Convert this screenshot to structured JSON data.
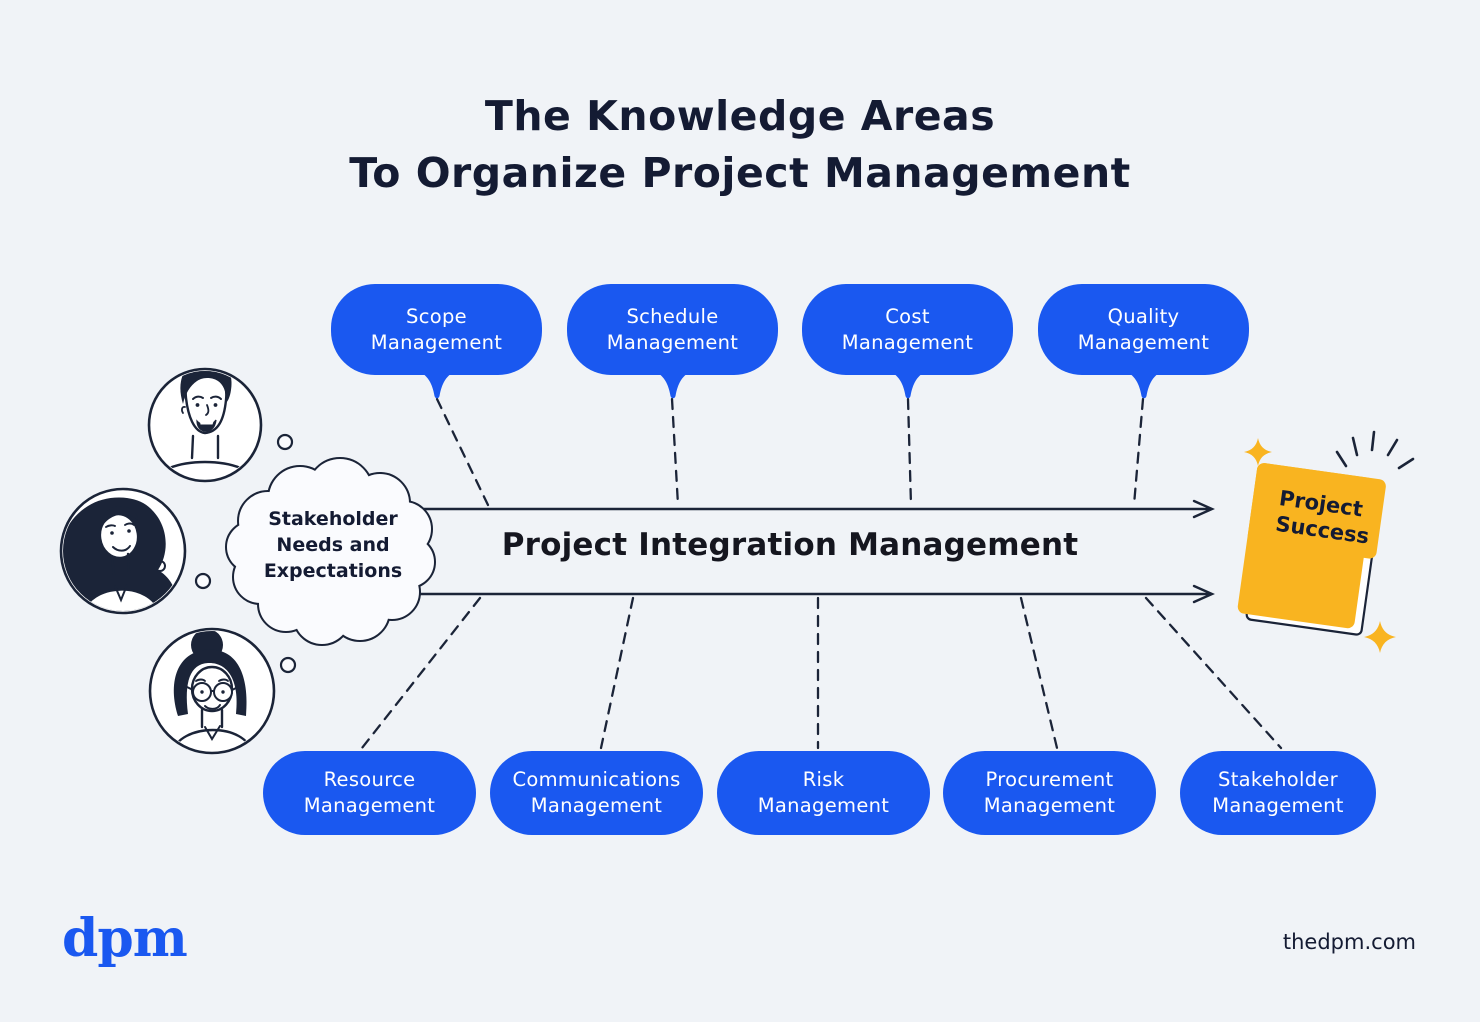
{
  "colors": {
    "background": "#F0F3F7",
    "primary_blue": "#1A58F0",
    "navy_ink": "#141B33",
    "accent_yellow": "#F9B420",
    "bubble_text": "#FFFFFF"
  },
  "title": {
    "lines": [
      "The Knowledge Areas",
      "To Organize Project Management"
    ]
  },
  "top_knowledge_areas": [
    {
      "lines": [
        "Scope",
        "Management"
      ]
    },
    {
      "lines": [
        "Schedule",
        "Management"
      ]
    },
    {
      "lines": [
        "Cost",
        "Management"
      ]
    },
    {
      "lines": [
        "Quality",
        "Management"
      ]
    }
  ],
  "bottom_knowledge_areas": [
    {
      "lines": [
        "Resource",
        "Management"
      ]
    },
    {
      "lines": [
        "Communications",
        "Management"
      ]
    },
    {
      "lines": [
        "Risk",
        "Management"
      ]
    },
    {
      "lines": [
        "Procurement",
        "Management"
      ]
    },
    {
      "lines": [
        "Stakeholder",
        "Management"
      ]
    }
  ],
  "integration_band": {
    "label": "Project Integration Management"
  },
  "thought_cloud": {
    "lines": [
      "Stakeholder",
      "Needs and",
      "Expectations"
    ]
  },
  "success_document": {
    "lines": [
      "Project",
      "Success"
    ]
  },
  "footer": {
    "logo_text": "dpm",
    "website": "thedpm.com"
  },
  "illustrations": {
    "avatars": [
      "man-avatar",
      "woman-long-hair-avatar",
      "woman-bun-glasses-avatar"
    ],
    "decorations": [
      "thought-cloud",
      "sparkles",
      "burst-lines",
      "success-folder"
    ]
  }
}
